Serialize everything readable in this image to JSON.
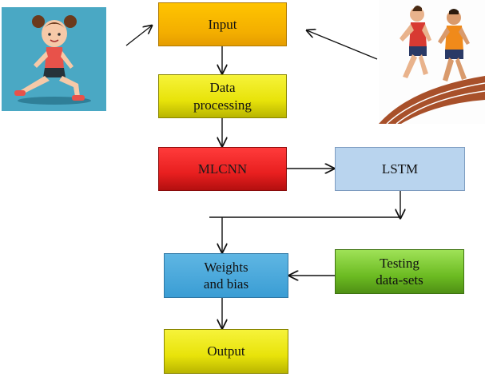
{
  "nodes": {
    "input": "Input",
    "data_processing": [
      "Data",
      "processing"
    ],
    "mlcnn": "MLCNN",
    "lstm": "LSTM",
    "weights_bias": [
      "Weights",
      "and bias"
    ],
    "testing": [
      "Testing",
      "data-sets"
    ],
    "output": "Output"
  },
  "images": {
    "left": "stretching-girl-icon",
    "right": "running-athletes-icon"
  }
}
